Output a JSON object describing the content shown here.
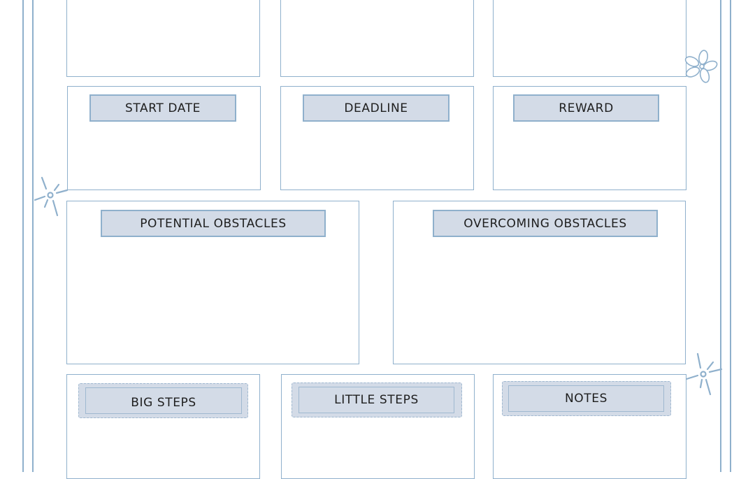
{
  "labels": {
    "start_date": "START DATE",
    "deadline": "DEADLINE",
    "reward": "REWARD",
    "potential_obstacles": "POTENTIAL OBSTACLES",
    "overcoming_obstacles": "OVERCOMING OBSTACLES",
    "big_steps": "BIG STEPS",
    "little_steps": "LITTLE STEPS",
    "notes": "NOTES"
  },
  "colors": {
    "line": "#8fb0cc",
    "label_fill": "#d3dbe7",
    "text": "#1e1e1e"
  },
  "icons": [
    "flower-doodle-icon",
    "starburst-doodle-icon"
  ]
}
